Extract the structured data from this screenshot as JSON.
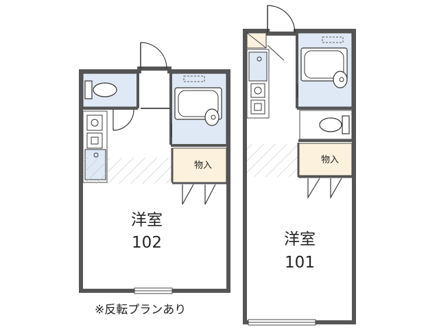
{
  "units": [
    {
      "room_type": "洋室",
      "unit_number": "102",
      "storage_label": "物入"
    },
    {
      "room_type": "洋室",
      "unit_number": "101",
      "storage_label": "物入"
    }
  ],
  "note": "※反転プランあり",
  "colors": {
    "wall": "#555555",
    "fixture_fill": "#dfe9f5",
    "storage_fill": "#fbf1dd",
    "hatch": "#bbbbbb",
    "line": "#333333"
  }
}
